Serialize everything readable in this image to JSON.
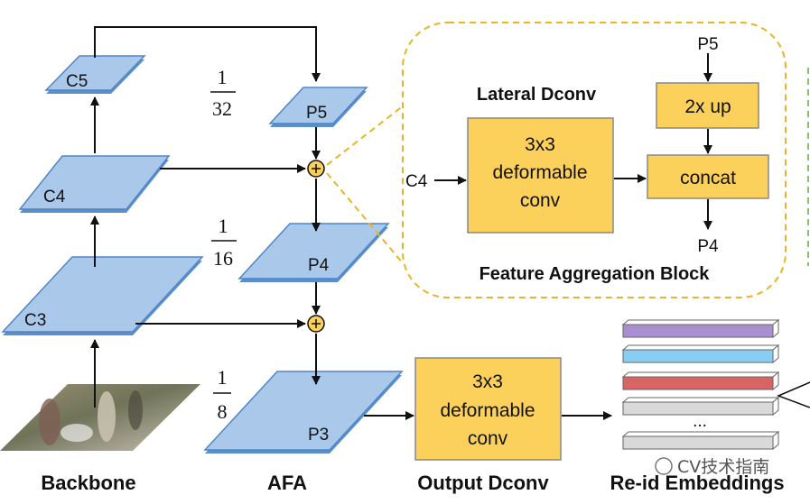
{
  "backbone": {
    "levels": [
      "C5",
      "C4",
      "C3"
    ],
    "caption": "Backbone"
  },
  "afa": {
    "levels": [
      "P5",
      "P4",
      "P3"
    ],
    "fractions": [
      {
        "num": "1",
        "den": "32"
      },
      {
        "num": "1",
        "den": "16"
      },
      {
        "num": "1",
        "den": "8"
      }
    ],
    "caption": "AFA"
  },
  "feature_block": {
    "title": "Lateral Dconv",
    "deform_lines": [
      "3x3",
      "deformable",
      "conv"
    ],
    "upsample": "2x up",
    "concat": "concat",
    "input_lateral": "C4",
    "input_top": "P5",
    "output": "P4",
    "caption": "Feature Aggregation Block"
  },
  "output_dconv": {
    "lines": [
      "3x3",
      "deformable",
      "conv"
    ],
    "caption": "Output Dconv"
  },
  "embeddings": {
    "bar_colors": [
      "#a98fd0",
      "#88cdf2",
      "#d86464",
      "#d9d9d9",
      "#d9d9d9"
    ],
    "ellipsis": "...",
    "caption": "Re-id Embeddings"
  },
  "watermark": "CV技术指南",
  "colors": {
    "plane_fill": "#a9c8ea",
    "plane_edge": "#4f86c6",
    "box_fill": "#fcd15b",
    "box_edge": "#888888",
    "dashed": "#e8b428",
    "sum_fill": "#fcd15b"
  }
}
